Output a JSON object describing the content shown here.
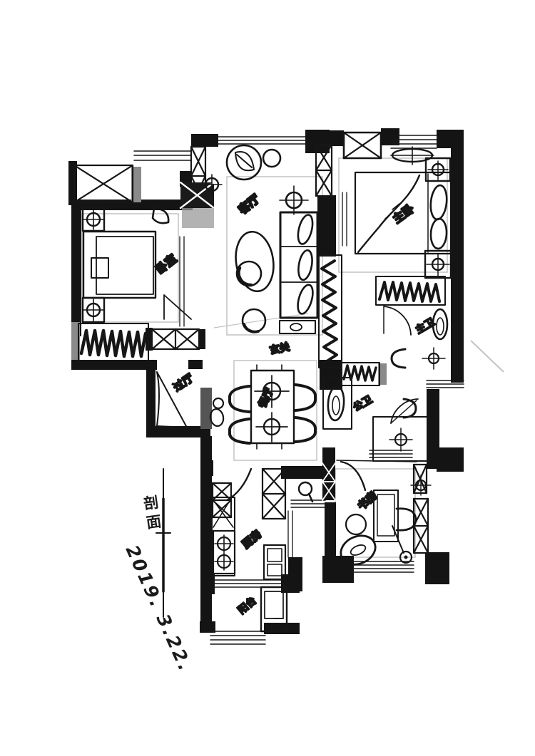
{
  "document": {
    "type": "hand-drawn apartment floor plan sketch",
    "medium": "black ink marker on white paper"
  },
  "labels": {
    "bedroom": "卧室",
    "living": "客厅",
    "master": "主卧",
    "master_bath": "主卫",
    "guest_bath": "公卫",
    "hallway": "过厅",
    "dining": "餐厅",
    "foyer": "玄关",
    "kitchen": "厨房",
    "study": "书房",
    "balcony": "阳台",
    "section": "剖面",
    "date": "2019. 3.22."
  },
  "colors": {
    "ink": "#161616",
    "wall_fill": "#141414",
    "paper": "#ffffff",
    "shadow_gray": "#8a8a8a",
    "guide_gray": "#c3c3c3"
  }
}
